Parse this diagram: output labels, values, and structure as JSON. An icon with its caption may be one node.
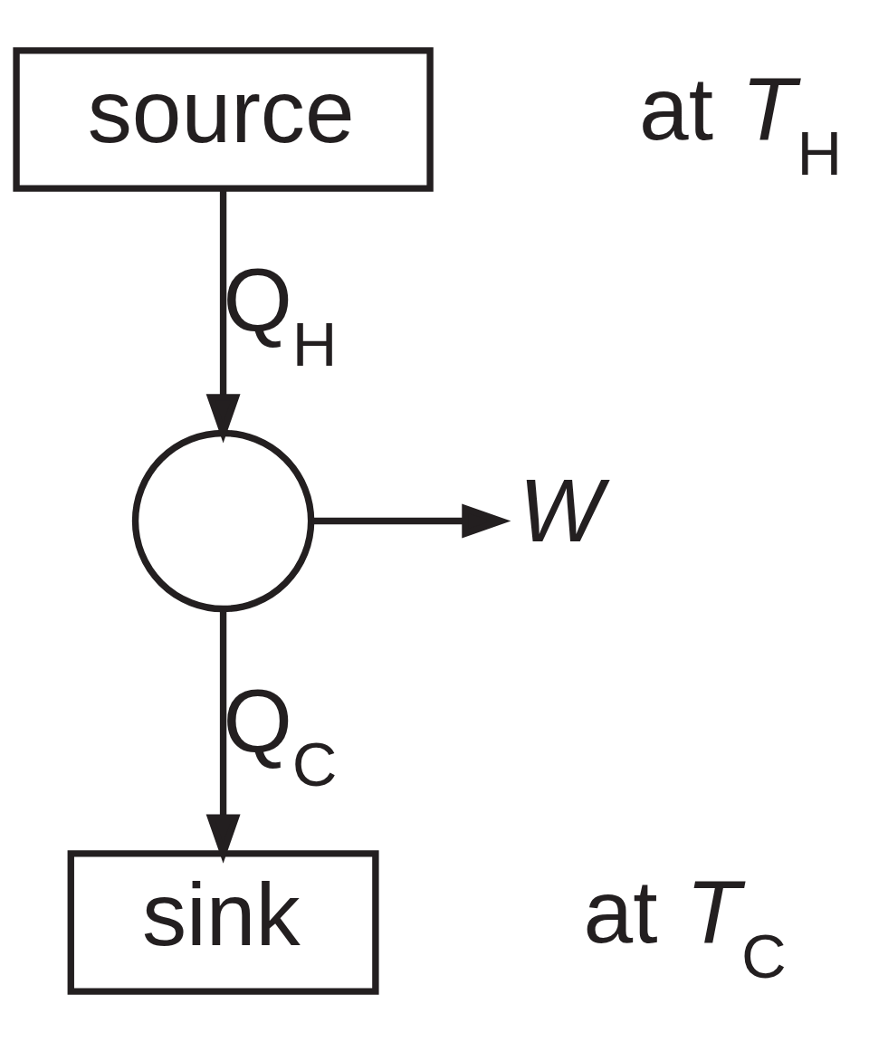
{
  "diagram": {
    "nodes": [
      {
        "text": [
          "source"
        ],
        "beside": [
          "at *T*$_{H}$"
        ]
      },
      {
        "text": [],
        "shape": "circle"
      },
      {
        "text": [
          "W"
        ]
      },
      {
        "text": [
          "sink"
        ],
        "beside": [
          "at *T*$_{C}$"
        ]
      }
    ],
    "edges": [
      {
        "from": 0,
        "to": 1,
        "arrow": "to",
        "label": "Q$_{H}$"
      },
      {
        "from": 1,
        "to": 2,
        "arrow": "to"
      },
      {
        "from": 1,
        "to": 3,
        "arrow": "to",
        "label": "Q$_{C}$"
      }
    ]
  }
}
